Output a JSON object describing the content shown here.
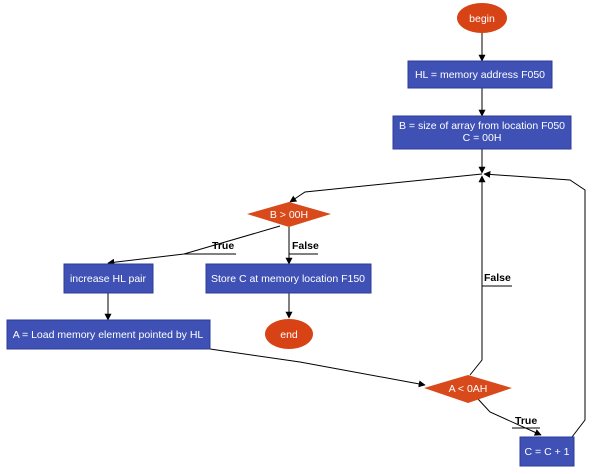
{
  "colors": {
    "process_fill": "#3f51b5",
    "terminal_fill": "#d84315",
    "decision_fill": "#d84a1b",
    "text": "#ffffff",
    "edge": "#000000"
  },
  "nodes": {
    "begin": "begin",
    "hl_address": "HL = memory address F050",
    "b_size_line1": "B = size of array from location F050",
    "b_size_line2": "C = 00H",
    "check_b": "B > 00H",
    "increase_hl": "increase HL pair",
    "load_a": "A = Load memory element pointed by HL",
    "store_c": "Store C at memory location F150",
    "end": "end",
    "check_a": "A < 0AH",
    "increment_c": "C = C + 1"
  },
  "edge_labels": {
    "true_left": "True",
    "false_down": "False",
    "false_up": "False",
    "true_right": "True"
  }
}
